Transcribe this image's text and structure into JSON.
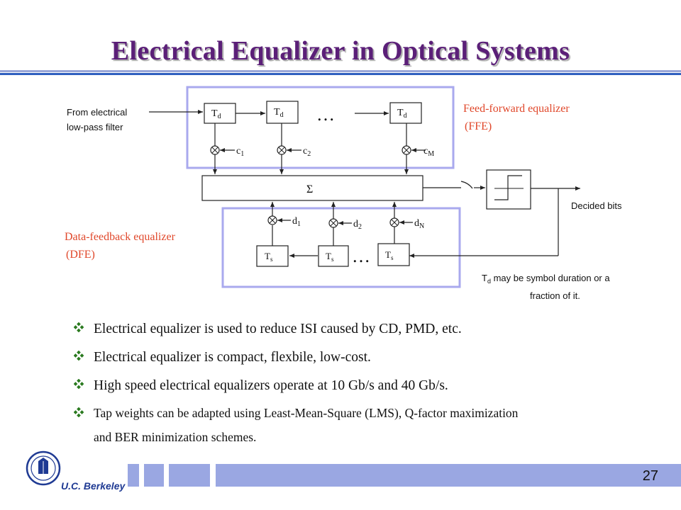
{
  "slide": {
    "title": "Electrical Equalizer in Optical Systems",
    "page_number": "27",
    "logo_text": "U.C. Berkeley"
  },
  "diagram": {
    "input_label_line1": "From electrical",
    "input_label_line2": "low-pass filter",
    "ffe_label_line1": "Feed-forward equalizer",
    "ffe_label_line2": "(FFE)",
    "dfe_label_line1": "Data-feedback equalizer",
    "dfe_label_line2": "(DFE)",
    "delay_ffe": "T",
    "delay_ffe_sub": "d",
    "delay_dfe": "T",
    "delay_dfe_sub": "s",
    "ellipsis": "…",
    "summer": "Σ",
    "ffe_taps": [
      {
        "name": "c",
        "sub": "1"
      },
      {
        "name": "c",
        "sub": "2"
      },
      {
        "name": "c",
        "sub": "M"
      }
    ],
    "dfe_taps": [
      {
        "name": "d",
        "sub": "1"
      },
      {
        "name": "d",
        "sub": "2"
      },
      {
        "name": "d",
        "sub": "N"
      }
    ],
    "output_label": "Decided bits",
    "note_T": "T",
    "note_sub": "d",
    "note_rest": " may be symbol duration or  a",
    "note_line2": "fraction of it.",
    "colors": {
      "box": "#a9a9ee",
      "label": "#e0472a",
      "line": "#222222"
    }
  },
  "bullets": [
    "Electrical equalizer is used to reduce ISI caused by CD, PMD, etc.",
    "Electrical equalizer is compact, flexbile, low-cost.",
    "High speed electrical equalizers operate at 10 Gb/s and 40 Gb/s.",
    "Tap weights can be adapted using Least-Mean-Square (LMS), Q-factor maximization"
  ],
  "bullet_continuation": "and BER minimization schemes.",
  "bullet_icon": "diamond-cluster-icon"
}
